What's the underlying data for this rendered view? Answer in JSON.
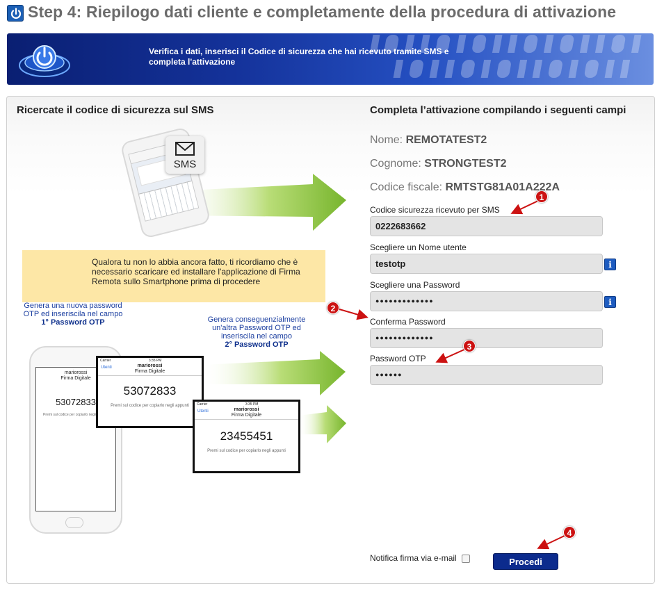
{
  "header": {
    "title": "Step 4: Riepilogo dati cliente e completamente della procedura di attivazione",
    "banner_text": "Verifica i dati, inserisci il Codice di sicurezza che hai ricevuto tramite SMS e completa l'attivazione"
  },
  "left": {
    "heading": "Ricercate il codice di sicurezza sul SMS",
    "sms_label": "SMS",
    "notice": "Qualora tu non lo abbia ancora fatto, ti ricordiamo che è necessario scaricare ed installare l'applicazione di Firma Remota sullo Smartphone prima di procedere",
    "otp1_text": "Genera una nuova password OTP ed inseriscila nel campo",
    "otp1_bold": "1° Password OTP",
    "otp2_text": "Genera conseguenzialmente un'altra Password OTP ed inseriscila nel campo",
    "otp2_bold": "2° Password OTP",
    "phone": {
      "carrier": "Carrier",
      "time": "3:35 PM",
      "back": "Utenti",
      "user": "mariorossi",
      "subtitle": "Firma Digitale",
      "hint": "Premi sul codice per copiarlo negli appunti",
      "code1": "53072833",
      "code2": "23455451"
    }
  },
  "right": {
    "heading": "Completa l’attivazione compilando i seguenti campi",
    "nome_label": "Nome:",
    "nome_value": "REMOTATEST2",
    "cognome_label": "Cognome:",
    "cognome_value": "STRONGTEST2",
    "cf_label": "Codice fiscale:",
    "cf_value": "RMTSTG81A01A222A",
    "sms_code_label": "Codice sicurezza ricevuto per SMS",
    "sms_code_value": "0222683662",
    "username_label": "Scegliere un Nome utente",
    "username_value": "testotp",
    "password_label": "Scegliere una Password",
    "password_value": "●●●●●●●●●●●●●",
    "confirm_label": "Conferma Password",
    "confirm_value": "●●●●●●●●●●●●●",
    "otp_label": "Password OTP",
    "otp_value": "●●●●●●",
    "info_glyph": "i",
    "notify_label": "Notifica firma via e-mail",
    "submit_label": "Procedi",
    "badges": [
      "1",
      "2",
      "3",
      "4"
    ]
  }
}
